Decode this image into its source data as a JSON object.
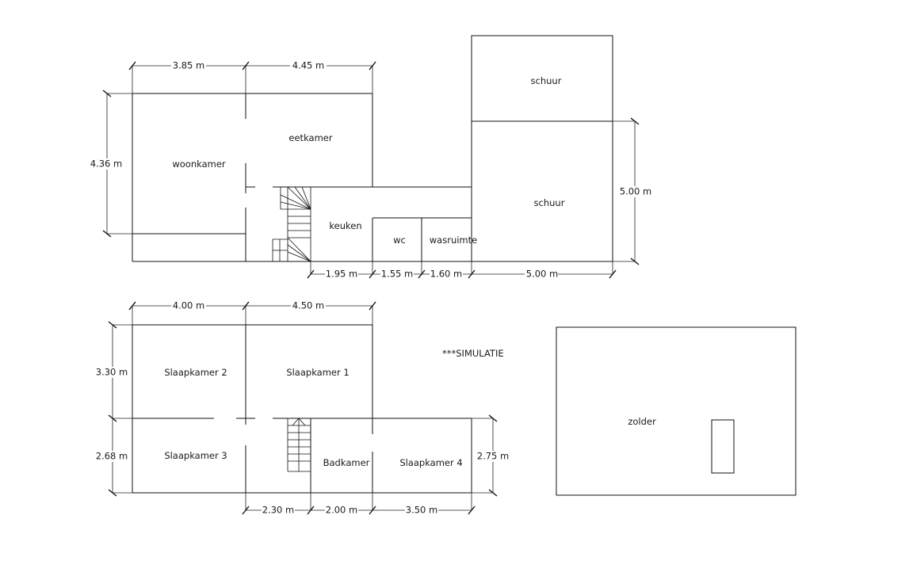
{
  "watermark": "***SIMULATIE",
  "ground_floor": {
    "rooms": {
      "woonkamer": "woonkamer",
      "eetkamer": "eetkamer",
      "keuken": "keuken",
      "wc": "wc",
      "wasruimte": "wasruimte",
      "schuur_top": "schuur",
      "schuur_main": "schuur"
    },
    "dimensions": {
      "top_left": "3.85 m",
      "top_right": "4.45 m",
      "left_height": "4.36 m",
      "right_height": "5.00 m",
      "bottom_1": "1.95 m",
      "bottom_2": "1.55 m",
      "bottom_3": "1.60 m",
      "bottom_4": "5.00 m"
    }
  },
  "first_floor": {
    "rooms": {
      "slaapkamer_1": "Slaapkamer 1",
      "slaapkamer_2": "Slaapkamer 2",
      "slaapkamer_3": "Slaapkamer 3",
      "slaapkamer_4": "Slaapkamer 4",
      "badkamer": "Badkamer"
    },
    "dimensions": {
      "top_left": "4.00 m",
      "top_right": "4.50 m",
      "left_top": "3.30 m",
      "left_bottom": "2.68 m",
      "right": "2.75 m",
      "bottom_1": "2.30 m",
      "bottom_2": "2.00 m",
      "bottom_3": "3.50 m"
    }
  },
  "attic": {
    "rooms": {
      "zolder": "zolder"
    }
  }
}
